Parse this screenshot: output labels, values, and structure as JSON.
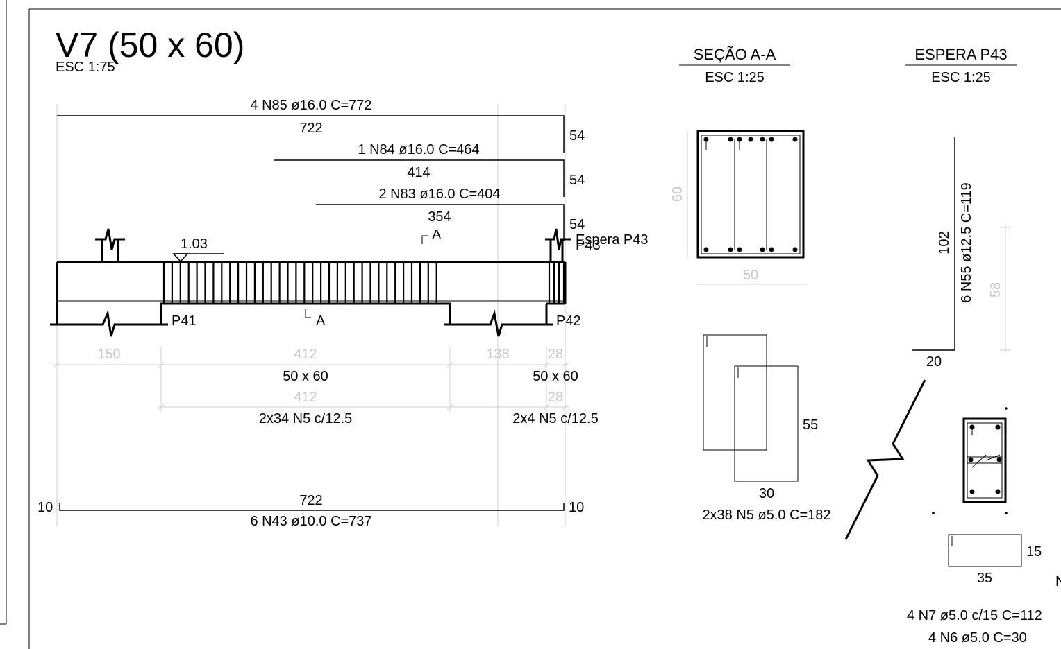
{
  "title": {
    "main": "V7 (50 x 60)",
    "scale": "ESC 1:75"
  },
  "bars": {
    "n85": {
      "label": "4 N85 ø16.0  C=772",
      "length": "722",
      "hook": "54"
    },
    "n84": {
      "label": "1 N84 ø16.0  C=464",
      "length": "414",
      "hook": "54"
    },
    "n83": {
      "label": "2 N83 ø16.0  C=404",
      "length": "354",
      "hook": "54"
    },
    "n43": {
      "label": "6 N43 ø10.0  C=737",
      "length": "722",
      "hook_left": "10",
      "hook_right": "10"
    }
  },
  "elevation": {
    "level": "1.03",
    "section_mark": "A",
    "pillar_left": "P41",
    "pillar_right": "P42",
    "overlap_a": "P43",
    "overlap_b": "Espera P43",
    "spans": [
      "150",
      "412",
      "138",
      "28"
    ],
    "section_left": "50 x 60",
    "section_right": "50 x 60",
    "stirrup_dims": [
      "412",
      "28"
    ],
    "stirrups_left": "2x34 N5 c/12.5",
    "stirrups_right": "2x4 N5 c/12.5"
  },
  "section_aa": {
    "title": "SEÇÃO A-A",
    "scale": "ESC 1:25",
    "height": "60",
    "width": "50",
    "stirrup_h": "55",
    "stirrup_w": "30",
    "stirrup_label": "2x38 N5 ø5.0  C=182"
  },
  "espera": {
    "title": "ESPERA P43",
    "scale": "ESC 1:25",
    "bar_label": "6 N55 ø12.5  C=119",
    "bar_len": "102",
    "bar_foot": "20",
    "grey_dim": "58",
    "stirrup_h": "15",
    "stirrup_w": "35",
    "cut_letter": "N",
    "label_n7": "4 N7 ø5.0 c/15  C=112",
    "label_n6": "4 N6 ø5.0  C=30"
  }
}
